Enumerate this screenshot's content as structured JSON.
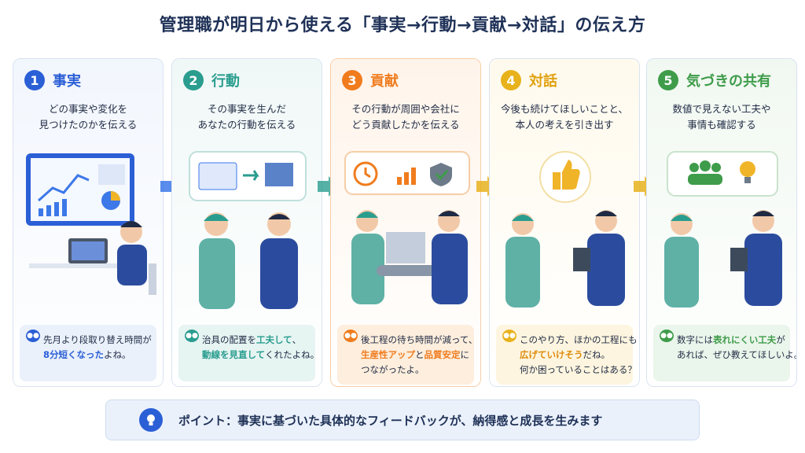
{
  "title": "管理職が明日から使える「事実→行動→貢献→対話」の伝え方",
  "colors": {
    "blue": "#2b5fd6",
    "teal": "#2a9d8f",
    "orange": "#f07c1e",
    "yellow": "#e8b21c",
    "green": "#3e9c4a"
  },
  "steps": [
    {
      "num": "1",
      "label": "事実",
      "desc": [
        "どの事実や変化を",
        "見つけたのかを伝える"
      ],
      "bubble": [
        "先月より段取り替え時間が"
      ],
      "bubble_hl": "8分短くなった",
      "bubble_tail": "よね。"
    },
    {
      "num": "2",
      "label": "行動",
      "desc": [
        "その事実を生んだ",
        "あなたの行動を伝える"
      ],
      "bubble_pre": "治具の配置を",
      "bubble_hl1": "工夫して",
      "bubble_mid": "、",
      "bubble_hl2": "動線を見直して",
      "bubble_tail": "くれたよね。"
    },
    {
      "num": "3",
      "label": "貢献",
      "desc": [
        "その行動が周囲や会社に",
        "どう貢献したかを伝える"
      ],
      "bubble_line1": "後工程の待ち時間が減って、",
      "bubble_hl1": "生産性アップ",
      "bubble_mid": "と",
      "bubble_hl2": "品質安定",
      "bubble_tail": "に",
      "bubble_line3": "つながったよ。"
    },
    {
      "num": "4",
      "label": "対話",
      "desc": [
        "今後も続けてほしいことと、",
        "本人の考えを引き出す"
      ],
      "bubble_line1": "このやり方、ほかの工程にも",
      "bubble_hl": "広げていけそう",
      "bubble_tail": "だね。",
      "bubble_line3": "何か困っていることはある？"
    },
    {
      "num": "5",
      "label": "気づきの共有",
      "desc": [
        "数値で見えない工夫や",
        "事情も確認する"
      ],
      "bubble_pre": "数字には",
      "bubble_hl": "表れにくい工夫",
      "bubble_tail": "が",
      "bubble_line2": "あれば、ぜひ教えてほしいよ。"
    }
  ],
  "point": {
    "text": "ポイント：事実に基づいた具体的なフィードバックが、納得感と成長を生みます",
    "icon": "lightbulb-icon"
  }
}
